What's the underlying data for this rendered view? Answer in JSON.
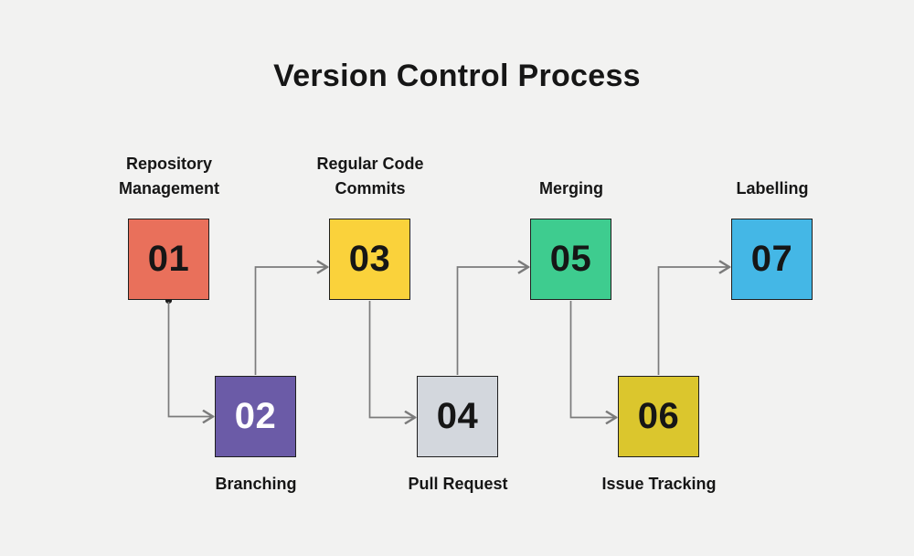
{
  "title": "Version Control Process",
  "colors": {
    "background": "#F2F2F1",
    "text": "#161616",
    "connector": "#7B7B7B"
  },
  "steps": [
    {
      "number": "01",
      "label": "Repository Management",
      "box_color": "#E9705B",
      "number_color": "#161616"
    },
    {
      "number": "02",
      "label": "Branching",
      "box_color": "#6B5BA7",
      "number_color": "#FFFFFF"
    },
    {
      "number": "03",
      "label": "Regular Code Commits",
      "box_color": "#FAD23B",
      "number_color": "#161616"
    },
    {
      "number": "04",
      "label": "Pull Request",
      "box_color": "#D3D7DD",
      "number_color": "#161616"
    },
    {
      "number": "05",
      "label": "Merging",
      "box_color": "#3ECC8F",
      "number_color": "#161616"
    },
    {
      "number": "06",
      "label": "Issue Tracking",
      "box_color": "#DBC62D",
      "number_color": "#161616"
    },
    {
      "number": "07",
      "label": "Labelling",
      "box_color": "#44B7E6",
      "number_color": "#161616"
    }
  ]
}
